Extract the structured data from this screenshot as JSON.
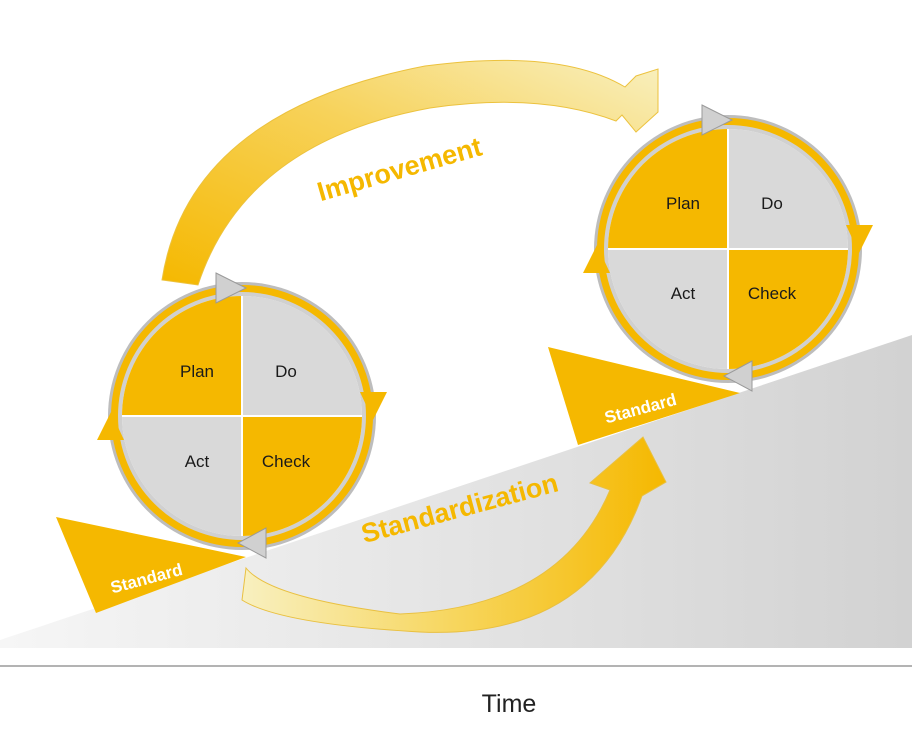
{
  "cycle_left": {
    "plan": "Plan",
    "do": "Do",
    "check": "Check",
    "act": "Act",
    "standard": "Standard"
  },
  "cycle_right": {
    "plan": "Plan",
    "do": "Do",
    "check": "Check",
    "act": "Act",
    "standard": "Standard"
  },
  "improvement_label": "Improvement",
  "standardization_label": "Standardization",
  "time_label": "Time",
  "colors": {
    "accent": "#f5b800",
    "gray_quadrant": "#d9d9d9",
    "ramp": "#d7d7d7",
    "arrow_light": "#f7ecb0"
  }
}
